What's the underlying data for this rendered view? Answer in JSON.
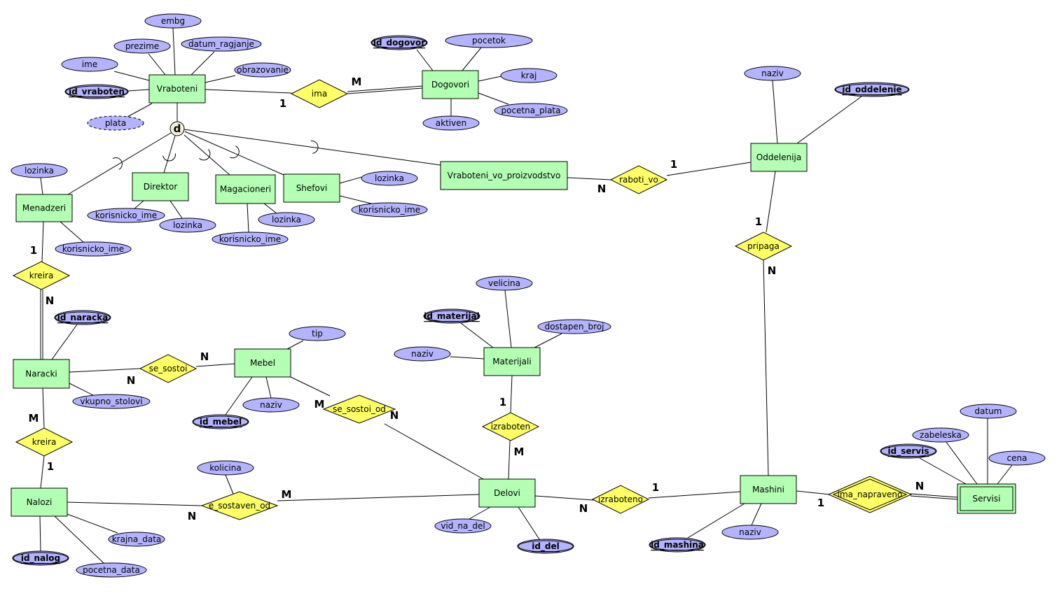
{
  "diagram": {
    "disjoint_symbol": "d",
    "entities": [
      {
        "name": "Vraboteni"
      },
      {
        "name": "Dogovori"
      },
      {
        "name": "Menadzeri"
      },
      {
        "name": "Direktor"
      },
      {
        "name": "Magacioneri"
      },
      {
        "name": "Shefovi"
      },
      {
        "name": "Vraboteni_vo_proizvodstvo"
      },
      {
        "name": "Oddelenija"
      },
      {
        "name": "Naracki"
      },
      {
        "name": "Mebel"
      },
      {
        "name": "Materijali"
      },
      {
        "name": "Nalozi"
      },
      {
        "name": "Delovi"
      },
      {
        "name": "Mashini"
      },
      {
        "name": "Servisi",
        "weak": true
      }
    ],
    "relationships": [
      {
        "name": "ima"
      },
      {
        "name": "raboti_vo"
      },
      {
        "name": "pripaga"
      },
      {
        "name": "kreira"
      },
      {
        "name": "se_sostoi"
      },
      {
        "name": "se_sostoi_od"
      },
      {
        "name": "izraboten"
      },
      {
        "name": "kreira"
      },
      {
        "name": "e_sostaven_od"
      },
      {
        "name": "izraboteno"
      },
      {
        "name": "ima_napraveno",
        "identifying": true
      }
    ],
    "attributes": [
      {
        "name": "embg"
      },
      {
        "name": "prezime"
      },
      {
        "name": "datum_ragjanje"
      },
      {
        "name": "ime"
      },
      {
        "name": "obrazovanie"
      },
      {
        "name": "id_vraboten",
        "key": true
      },
      {
        "name": "plata",
        "derived": true
      },
      {
        "name": "id_dogovor",
        "key": true
      },
      {
        "name": "pocetok"
      },
      {
        "name": "kraj"
      },
      {
        "name": "pocetna_plata"
      },
      {
        "name": "aktiven"
      },
      {
        "name": "naziv"
      },
      {
        "name": "id_oddelenie",
        "key": true
      },
      {
        "name": "lozinka"
      },
      {
        "name": "korisnicko_ime"
      },
      {
        "name": "lozinka"
      },
      {
        "name": "lozinka"
      },
      {
        "name": "korisnicko_ime"
      },
      {
        "name": "lozinka"
      },
      {
        "name": "korisnicko_ime"
      },
      {
        "name": "korisnicko_ime"
      },
      {
        "name": "id_naracka",
        "key": true
      },
      {
        "name": "tip"
      },
      {
        "name": "vkupno_stolovi"
      },
      {
        "name": "id_mebel",
        "key": true
      },
      {
        "name": "naziv"
      },
      {
        "name": "velicina"
      },
      {
        "name": "id_materijal",
        "key": true
      },
      {
        "name": "dostapen_broj"
      },
      {
        "name": "naziv"
      },
      {
        "name": "kolicina"
      },
      {
        "name": "vid_na_del"
      },
      {
        "name": "id_del",
        "key": true
      },
      {
        "name": "id_mashina",
        "key": true
      },
      {
        "name": "naziv"
      },
      {
        "name": "datum"
      },
      {
        "name": "zabeleska"
      },
      {
        "name": "id_servis",
        "key": true
      },
      {
        "name": "cena"
      },
      {
        "name": "id_nalog",
        "key": true
      },
      {
        "name": "krajna_data"
      },
      {
        "name": "pocetna_data"
      }
    ],
    "cardinalities": [
      "1",
      "M",
      "1",
      "N",
      "1",
      "N",
      "1",
      "N",
      "N",
      "N",
      "M",
      "N",
      "1",
      "M",
      "M",
      "1",
      "M",
      "N",
      "1",
      "N",
      "1",
      "N"
    ]
  }
}
